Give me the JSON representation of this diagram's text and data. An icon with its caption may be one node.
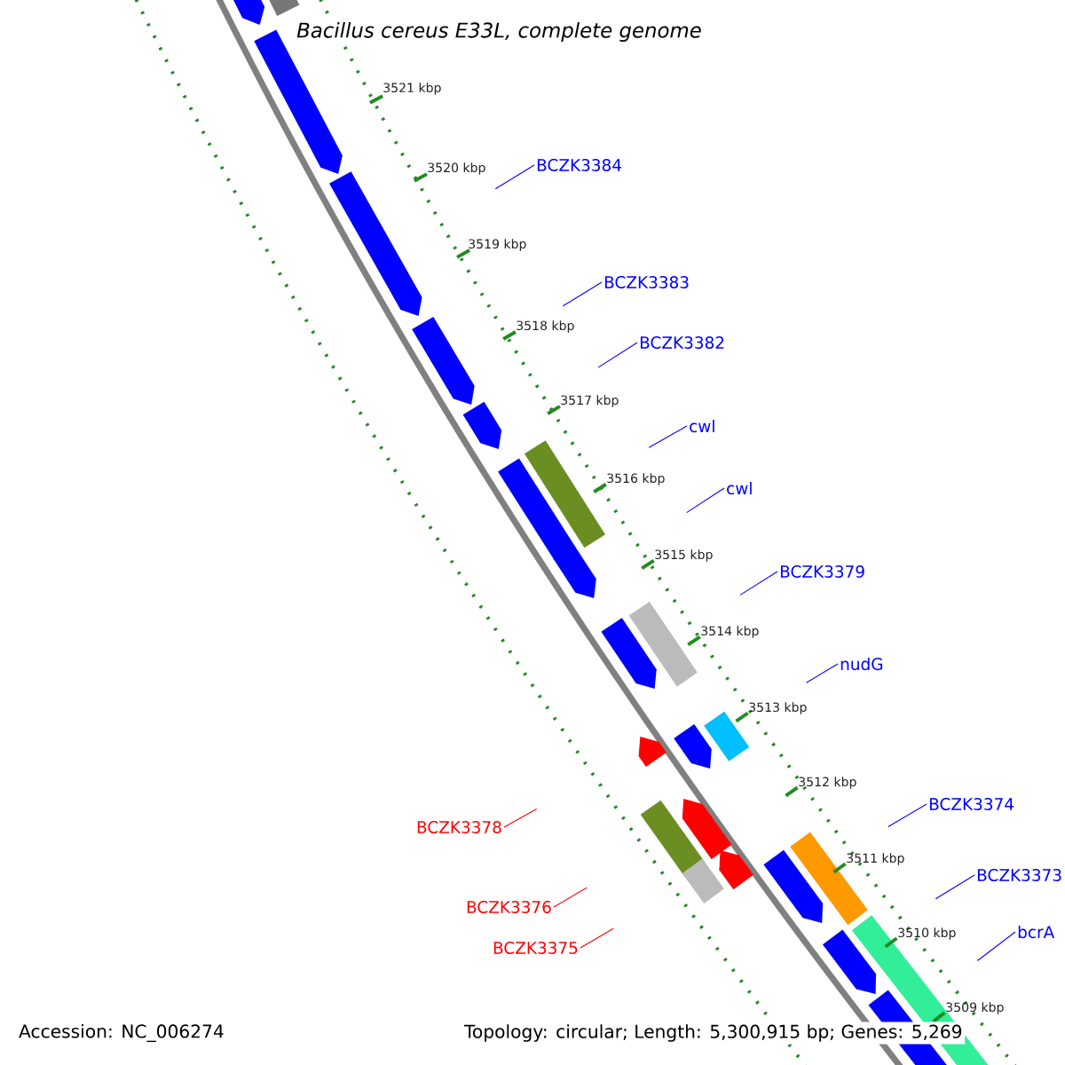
{
  "diagram": {
    "title": "Bacillus cereus E33L, complete genome",
    "nodes": [
      {
        "text": [
          "BCZK3384"
        ]
      },
      {
        "text": [
          "BCZK3383"
        ]
      },
      {
        "text": [
          "BCZK3382"
        ]
      },
      {
        "text": [
          "cwl"
        ]
      },
      {
        "text": [
          "cwl"
        ]
      },
      {
        "text": [
          "BCZK3379"
        ]
      },
      {
        "text": [
          "nudG"
        ]
      },
      {
        "text": [
          "BCZK3374"
        ]
      },
      {
        "text": [
          "BCZK3378"
        ]
      },
      {
        "text": [
          "BCZK3373"
        ]
      },
      {
        "text": [
          "BCZK3376"
        ]
      },
      {
        "text": [
          "bcrA"
        ]
      },
      {
        "text": [
          "BCZK3375"
        ]
      }
    ],
    "edges": [
      {
        "from": 0,
        "to": null,
        "arrow": "none"
      },
      {
        "from": 1,
        "to": null,
        "arrow": "none"
      },
      {
        "from": 2,
        "to": null,
        "arrow": "none"
      },
      {
        "from": 3,
        "to": null,
        "arrow": "none"
      },
      {
        "from": 4,
        "to": null,
        "arrow": "none"
      },
      {
        "from": 5,
        "to": null,
        "arrow": "none"
      },
      {
        "from": 6,
        "to": null,
        "arrow": "none"
      },
      {
        "from": 7,
        "to": null,
        "arrow": "none"
      },
      {
        "from": 8,
        "to": null,
        "arrow": "none",
        "color": "#ff0000"
      },
      {
        "from": 9,
        "to": null,
        "arrow": "none"
      },
      {
        "from": 10,
        "to": null,
        "arrow": "none",
        "color": "#ff0000"
      },
      {
        "from": 11,
        "to": null,
        "arrow": "none"
      },
      {
        "from": 12,
        "to": null,
        "arrow": "none",
        "color": "#ff0000"
      }
    ],
    "labels": [
      "3521 kbp",
      "3520 kbp",
      "3519 kbp",
      "3518 kbp",
      "3517 kbp",
      "3516 kbp",
      "3515 kbp",
      "3514 kbp",
      "3513 kbp",
      "3512 kbp",
      "3511 kbp",
      "3510 kbp",
      "3509 kbp",
      "Accession: NC_006274",
      "Topology: circular; Length: 5,300,915 bp; Genes: 5,269"
    ]
  }
}
